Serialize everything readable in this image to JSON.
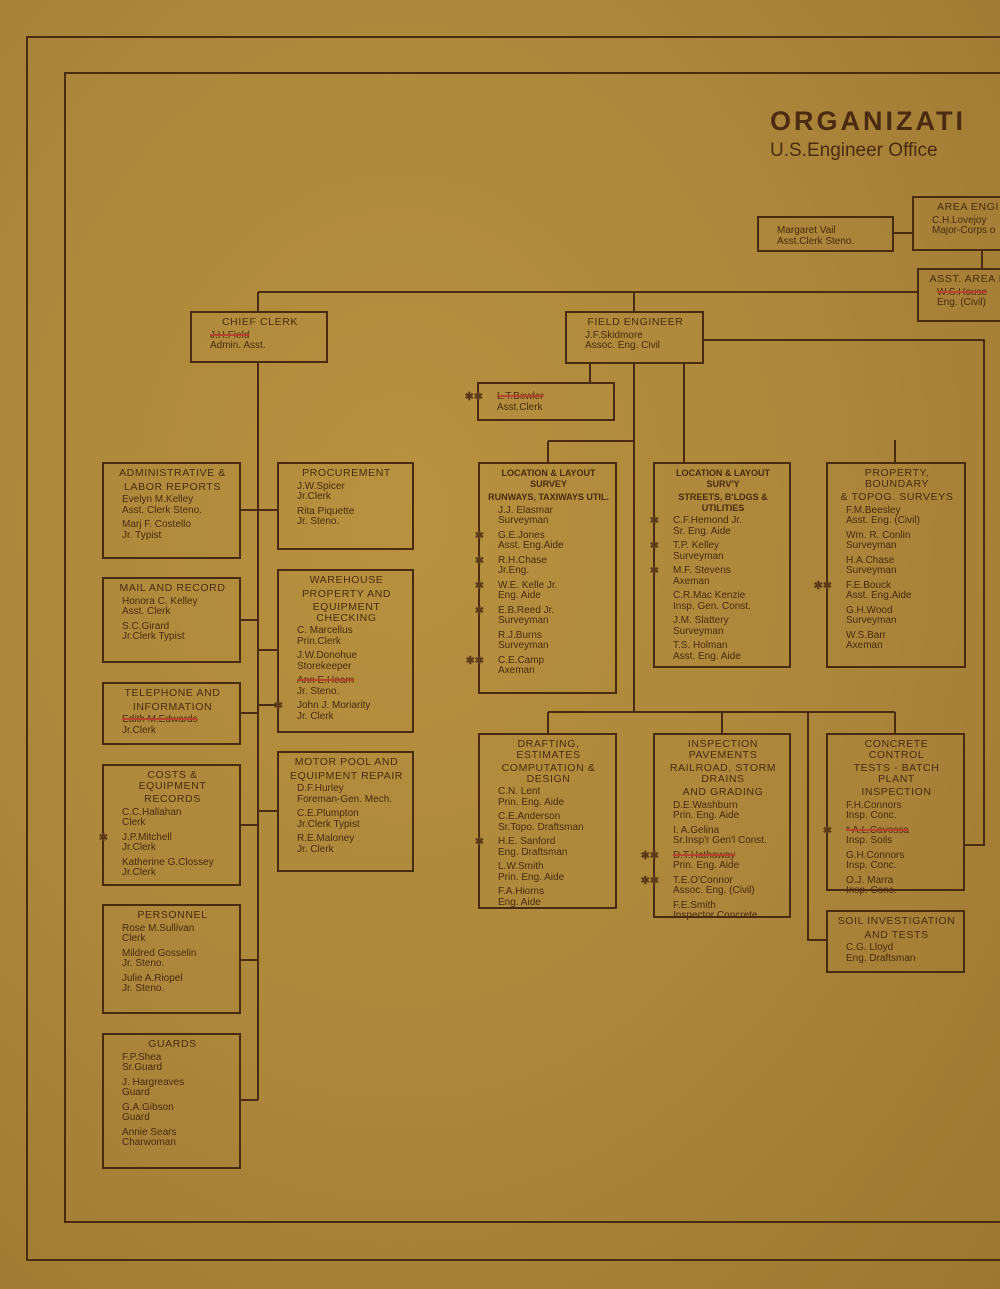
{
  "header": {
    "title": "ORGANIZATI",
    "subtitle": "U.S.Engineer Office"
  },
  "boxes": [
    {
      "id": "margaret",
      "title": [],
      "entries": [
        {
          "name": "Margaret Vail",
          "role": "Asst.Clerk Steno."
        }
      ]
    },
    {
      "id": "area",
      "title": [
        "AREA ENGI"
      ],
      "entries": [
        {
          "name": "C.H.Lovejoy",
          "role": "Major-Corps o"
        }
      ]
    },
    {
      "id": "asstarea",
      "title": [
        "ASST. AREA E"
      ],
      "entries": [
        {
          "name": "W.S.House",
          "role": "Eng. (Civil)",
          "struck": true
        }
      ]
    },
    {
      "id": "chief",
      "title": [
        "CHIEF CLERK"
      ],
      "entries": [
        {
          "name": "J.H.Field",
          "role": "Admin. Asst.",
          "struck": true
        }
      ]
    },
    {
      "id": "field",
      "title": [
        "FIELD ENGINEER"
      ],
      "entries": [
        {
          "name": "J.F.Skidmore",
          "role": "Assoc. Eng. Civil"
        }
      ]
    },
    {
      "id": "bowler",
      "title": [],
      "entries": [
        {
          "name": "L.T.Bowler",
          "role": "Asst.Clerk",
          "struck": true,
          "mark": "**"
        }
      ]
    },
    {
      "id": "admin",
      "title": [
        "ADMINISTRATIVE &",
        "LABOR REPORTS"
      ],
      "entries": [
        {
          "name": "Evelyn M.Kelley",
          "role": "Asst. Clerk Steno."
        },
        {
          "name": "Marj F. Costello",
          "role": "Jr. Typist"
        }
      ]
    },
    {
      "id": "procurement",
      "title": [
        "PROCUREMENT"
      ],
      "entries": [
        {
          "name": "J.W.Spicer",
          "role": "Jr.Clerk"
        },
        {
          "name": "Rita Piquette",
          "role": "Jr. Steno."
        }
      ]
    },
    {
      "id": "mail",
      "title": [
        "MAIL AND RECORD"
      ],
      "entries": [
        {
          "name": "Honora C. Kelley",
          "role": "Asst. Clerk"
        },
        {
          "name": "S.C.Girard",
          "role": "Jr.Clerk Typist"
        }
      ]
    },
    {
      "id": "warehouse",
      "title": [
        "WAREHOUSE",
        "PROPERTY AND",
        "EQUIPMENT CHECKING"
      ],
      "entries": [
        {
          "name": "C. Marcellus",
          "role": "Prin.Clerk"
        },
        {
          "name": "J.W.Donohue",
          "role": "Storekeeper"
        },
        {
          "name": "Ann E.Hearn",
          "role": "Jr. Steno.",
          "struck": true
        },
        {
          "name": "John J. Moriarity",
          "role": "Jr. Clerk",
          "mark": "*"
        }
      ]
    },
    {
      "id": "telephone",
      "title": [
        "TELEPHONE AND",
        "INFORMATION"
      ],
      "entries": [
        {
          "name": "Edith M.Edwards",
          "role": "Jr.Clerk",
          "struck": true
        }
      ]
    },
    {
      "id": "costs",
      "title": [
        "COSTS & EQUIPMENT",
        "RECORDS"
      ],
      "entries": [
        {
          "name": "C.C.Hallahan",
          "role": "Clerk"
        },
        {
          "name": "J.P.Mitchell",
          "role": "Jr.Clerk",
          "mark": "*"
        },
        {
          "name": "Katherine G.Clossey",
          "role": "Jr.Clerk"
        }
      ]
    },
    {
      "id": "motor",
      "title": [
        "MOTOR POOL AND",
        "EQUIPMENT REPAIR"
      ],
      "entries": [
        {
          "name": "D.F.Hurley",
          "role": "Foreman-Gen. Mech."
        },
        {
          "name": "C.E.Plumpton",
          "role": "Jr.Clerk Typist"
        },
        {
          "name": "R.E.Maloney",
          "role": "Jr. Clerk"
        }
      ]
    },
    {
      "id": "personnel",
      "title": [
        "PERSONNEL"
      ],
      "entries": [
        {
          "name": "Rose M.Sullivan",
          "role": "Clerk"
        },
        {
          "name": "Mildred Gosselin",
          "role": "Jr. Steno."
        },
        {
          "name": "Julie A.Riopel",
          "role": "Jr. Steno."
        }
      ]
    },
    {
      "id": "guards",
      "title": [
        "GUARDS"
      ],
      "entries": [
        {
          "name": "F.P.Shea",
          "role": "Sr.Guard"
        },
        {
          "name": "J. Hargreaves",
          "role": "Guard"
        },
        {
          "name": "G.A.Gibson",
          "role": "Guard"
        },
        {
          "name": "Annie Sears",
          "role": "Charwoman"
        }
      ]
    },
    {
      "id": "locrun",
      "small": true,
      "title": [
        "LOCATION & LAYOUT SURVEY",
        "RUNWAYS, TAXIWAYS UTIL."
      ],
      "entries": [
        {
          "name": "J.J. Elasmar",
          "role": "Surveyman"
        },
        {
          "name": "G.E.Jones",
          "role": "Asst. Eng.Aide",
          "mark": "*"
        },
        {
          "name": "R.H.Chase",
          "role": "Jr.Eng.",
          "mark": "*"
        },
        {
          "name": "W.E. Kelle Jr.",
          "role": "Eng. Aide",
          "mark": "*"
        },
        {
          "name": "E.B.Reed Jr.",
          "role": "Surveyman",
          "mark": "*"
        },
        {
          "name": "R.J.Burns",
          "role": "Surveyman"
        },
        {
          "name": "C.E.Camp",
          "role": "Axeman",
          "mark": "**"
        }
      ]
    },
    {
      "id": "locstr",
      "small": true,
      "title": [
        "LOCATION & LAYOUT SURV'Y",
        "STREETS, B'LDGS & UTILITIES"
      ],
      "entries": [
        {
          "name": "C.F.Hemond Jr.",
          "role": "Sr. Eng. Aide",
          "mark": "*"
        },
        {
          "name": "T.P. Kelley",
          "role": "Surveyman",
          "mark": "*"
        },
        {
          "name": "M.F. Stevens",
          "role": "Axeman",
          "mark": "*"
        },
        {
          "name": "C.R.Mac Kenzie",
          "role": "Insp. Gen. Const."
        },
        {
          "name": "J.M. Slattery",
          "role": "Surveyman"
        },
        {
          "name": "T.S. Holman",
          "role": "Asst. Eng. Aide"
        }
      ]
    },
    {
      "id": "property",
      "title": [
        "PROPERTY, BOUNDARY",
        "& TOPOG. SURVEYS"
      ],
      "entries": [
        {
          "name": "F.M.Beesley",
          "role": "Asst. Eng. (Civil)"
        },
        {
          "name": "Wm. R. Conlin",
          "role": "Surveyman"
        },
        {
          "name": "H.A.Chase",
          "role": "Surveyman"
        },
        {
          "name": "F.E.Bouck",
          "role": "Asst. Eng.Aide",
          "mark": "**"
        },
        {
          "name": "G.H.Wood",
          "role": "Surveyman"
        },
        {
          "name": "W.S.Barr",
          "role": "Axeman"
        }
      ]
    },
    {
      "id": "drafting",
      "title": [
        "DRAFTING, ESTIMATES",
        "COMPUTATION & DESIGN"
      ],
      "entries": [
        {
          "name": "C.N. Lent",
          "role": "Prin. Eng. Aide"
        },
        {
          "name": "C.E.Anderson",
          "role": "Sr.Topo. Draftsman"
        },
        {
          "name": "H.E. Sanford",
          "role": "Eng. Draftsman",
          "mark": "*"
        },
        {
          "name": "L.W.Smith",
          "role": "Prin. Eng. Aide"
        },
        {
          "name": "F.A.Hiorns",
          "role": "Eng. Aide"
        }
      ]
    },
    {
      "id": "inspection",
      "title": [
        "INSPECTION PAVEMENTS",
        "RAILROAD, STORM DRAINS",
        "AND GRADING"
      ],
      "entries": [
        {
          "name": "D.E.Washburn",
          "role": "Prin. Eng. Aide"
        },
        {
          "name": "I. A.Gelina",
          "role": "Sr.Insp'r Gen'l Const."
        },
        {
          "name": "D.T.Hathaway",
          "role": "Prin. Eng. Aide",
          "struck": true,
          "mark": "**"
        },
        {
          "name": "T.E.O'Connor",
          "role": "Assoc. Eng. (Civil)",
          "mark": "**"
        },
        {
          "name": "F.E.Smith",
          "role": "Inspector Concrete"
        }
      ]
    },
    {
      "id": "concrete",
      "title": [
        "CONCRETE CONTROL",
        "TESTS - BATCH PLANT",
        "INSPECTION"
      ],
      "entries": [
        {
          "name": "F.H.Connors",
          "role": "Insp. Conc."
        },
        {
          "name": "* A.L.Cavossa",
          "role": "Insp. Soils",
          "struck": true,
          "mark": "*"
        },
        {
          "name": "G.H.Connors",
          "role": "Insp. Conc."
        },
        {
          "name": "O.J. Marra",
          "role": "Insp. Conc."
        }
      ]
    },
    {
      "id": "soil",
      "title": [
        "SOIL INVESTIGATION",
        "AND TESTS"
      ],
      "entries": [
        {
          "name": "C.G. Lloyd",
          "role": "Eng. Draftsman"
        }
      ]
    }
  ]
}
